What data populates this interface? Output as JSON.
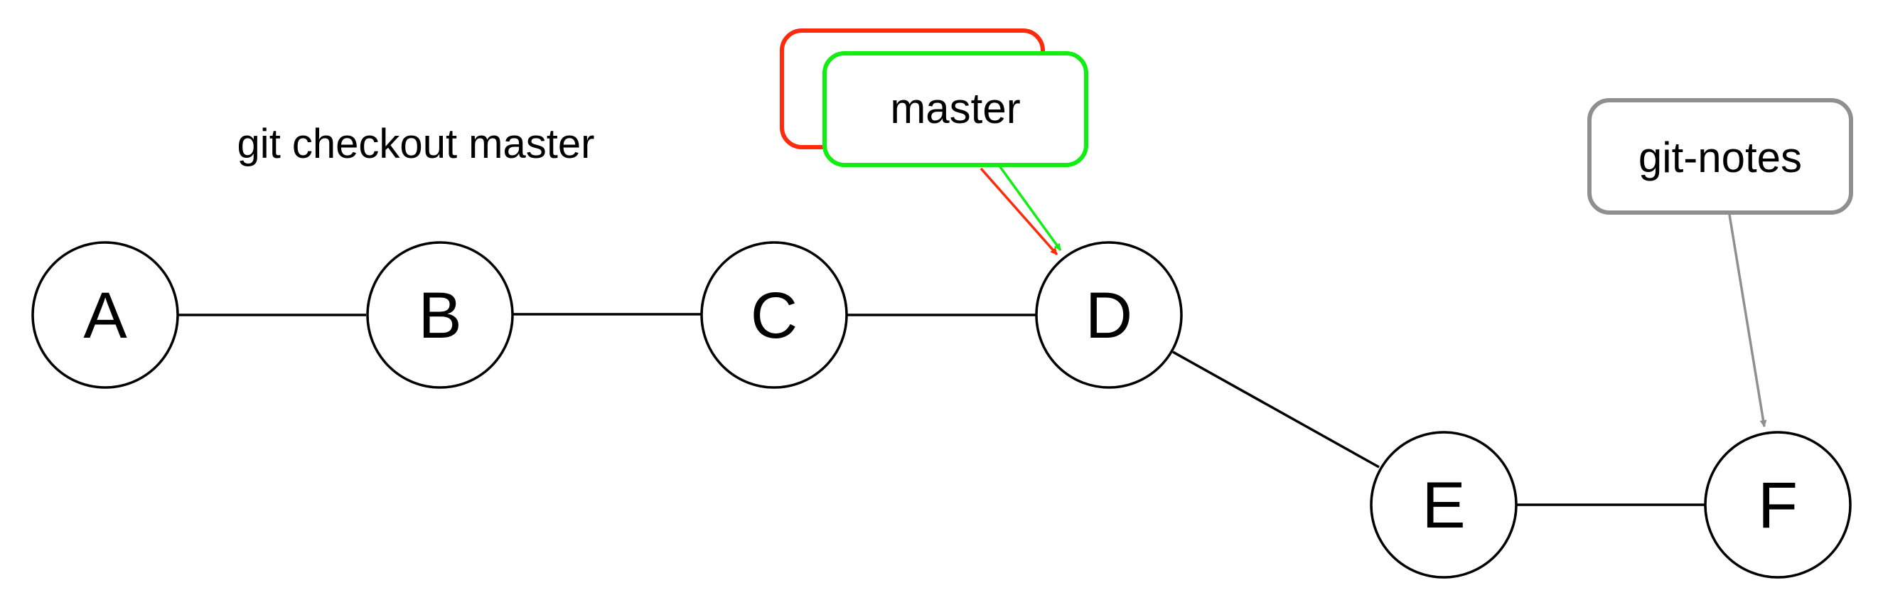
{
  "caption": "git checkout master",
  "commits": [
    {
      "id": "A"
    },
    {
      "id": "B"
    },
    {
      "id": "C"
    },
    {
      "id": "D"
    },
    {
      "id": "E"
    },
    {
      "id": "F"
    }
  ],
  "edges": [
    [
      "A",
      "B"
    ],
    [
      "B",
      "C"
    ],
    [
      "C",
      "D"
    ],
    [
      "D",
      "E"
    ],
    [
      "E",
      "F"
    ]
  ],
  "refs": {
    "previous": {
      "label": "",
      "target": "D",
      "color": "#ff2a0a"
    },
    "current": {
      "label": "master",
      "target": "D",
      "color": "#11ee11"
    },
    "notes": {
      "label": "git-notes",
      "target": "F",
      "color": "#8f8f8f"
    }
  }
}
